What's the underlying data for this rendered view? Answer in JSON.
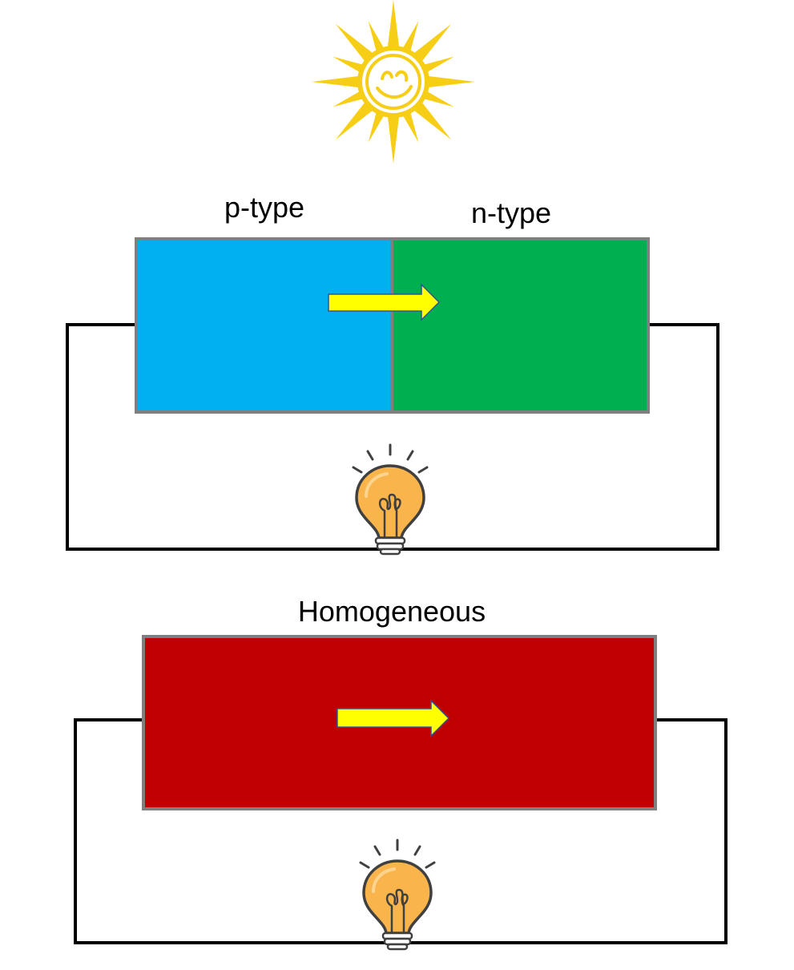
{
  "colors": {
    "p_type": "#00B0F0",
    "n_type": "#00B050",
    "homogeneous": "#C00000",
    "border": "#7F7F7F",
    "arrow": "#FFFF00",
    "arrow_outline": "#2F5597",
    "wire": "#000000",
    "sun": "#F7CE16",
    "bulb_glass": "#F9B54C",
    "bulb_line": "#404040"
  },
  "icons": {
    "sun": "sun-icon",
    "bulb": "light-bulb-icon",
    "arrow": "right-arrow-icon"
  },
  "top_cell": {
    "p_label": "p-type",
    "n_label": "n-type"
  },
  "bottom_cell": {
    "label": "Homogeneous"
  }
}
